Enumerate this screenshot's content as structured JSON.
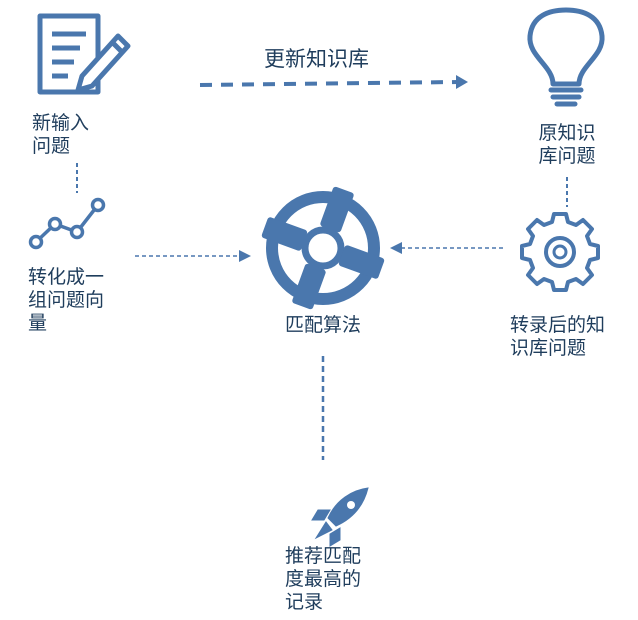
{
  "colors": {
    "accent": "#4a77ad",
    "text": "#1f3d5c",
    "background": "#ffffff"
  },
  "edge_label": "更新知识库",
  "nodes": {
    "new_question": {
      "label": "新输入\n问题",
      "icon": "document-pencil-icon"
    },
    "kb_question": {
      "label": "原知识\n库问题",
      "icon": "lightbulb-icon"
    },
    "vector": {
      "label": "转化成一\n组问题向\n量",
      "icon": "line-chart-icon"
    },
    "algorithm": {
      "label": "匹配算法",
      "icon": "lifebuoy-icon"
    },
    "transcribed": {
      "label": "转录后的知\n识库问题",
      "icon": "gear-icon"
    },
    "result": {
      "label": "推荐匹配\n度最高的\n记录",
      "icon": "rocket-icon"
    }
  }
}
